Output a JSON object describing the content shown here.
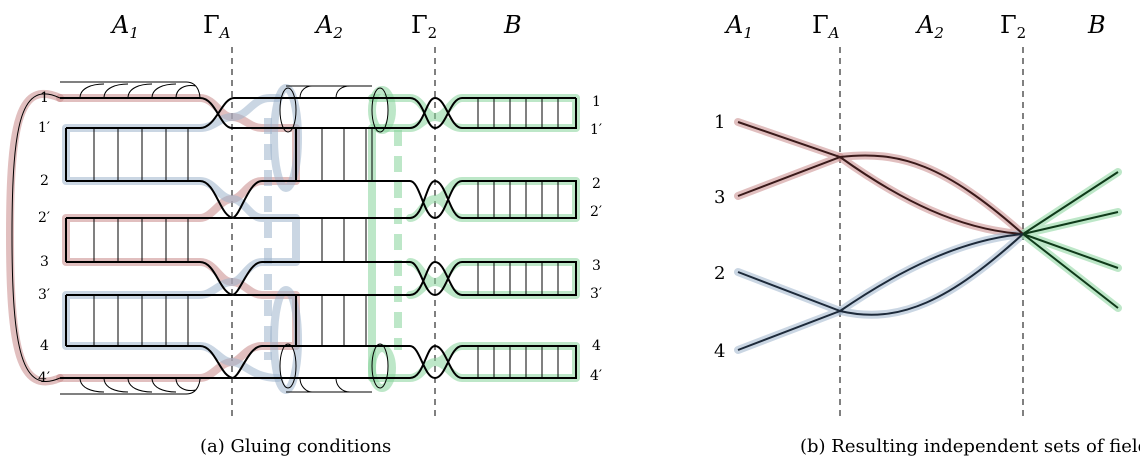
{
  "panel_a": {
    "regions": {
      "a1": "A",
      "a1_sub": "1",
      "gamma_a": "Γ",
      "gamma_a_sub": "A",
      "a2": "A",
      "a2_sub": "2",
      "gamma_2": "Γ",
      "gamma_2_sub": "2",
      "b": "B"
    },
    "left_labels": [
      "1",
      "1′",
      "2",
      "2′",
      "3",
      "3′",
      "4",
      "4′"
    ],
    "right_labels": [
      "1",
      "1′",
      "2",
      "2′",
      "3",
      "3′",
      "4",
      "4′"
    ],
    "caption": "(a) Gluing conditions"
  },
  "panel_b": {
    "regions": {
      "a1": "A",
      "a1_sub": "1",
      "gamma_a": "Γ",
      "gamma_a_sub": "A",
      "a2": "A",
      "a2_sub": "2",
      "gamma_2": "Γ",
      "gamma_2_sub": "2",
      "b": "B"
    },
    "left_labels": [
      "1",
      "3",
      "2",
      "4"
    ],
    "caption": "(b) Resulting independent sets of fields"
  },
  "colors": {
    "red": "#c98a8a",
    "blue": "#9fb5cc",
    "green": "#86d49a",
    "dark_red": "#3a1a1a",
    "dark_blue": "#1d2a3a",
    "dark_green": "#0f3a1a"
  }
}
